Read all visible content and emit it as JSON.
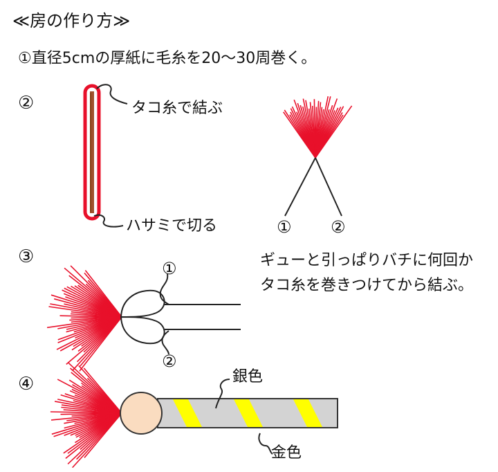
{
  "title": "≪房の作り方≫",
  "step1": "①直径5cmの厚紙に毛糸を20〜30周巻く。",
  "step2": {
    "number": "②",
    "tie_label": "タコ糸で結ぶ",
    "cut_label": "ハサミで切る",
    "end1": "①",
    "end2": "②"
  },
  "step3": {
    "number": "③",
    "end1": "①",
    "end2": "②",
    "instruction_line1": "ギューと引っぱりバチに何回か",
    "instruction_line2": "タコ糸を巻きつけてから結ぶ。"
  },
  "step4": {
    "number": "④",
    "silver_label": "銀色",
    "gold_label": "金色"
  },
  "colors": {
    "yarn_red": "#e8102a",
    "cardboard": "#a0522d",
    "drumstick_ball": "#fadcc0",
    "stick_silver": "#d3d3d3",
    "stripe_gold": "#ffff00"
  }
}
